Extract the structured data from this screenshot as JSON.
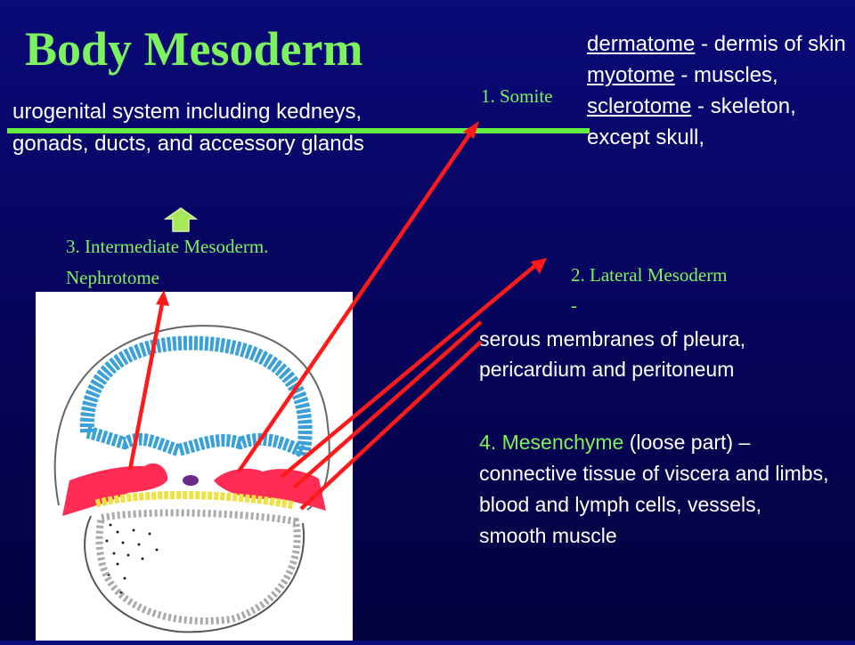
{
  "slide": {
    "title": "Body Mesoderm",
    "colors": {
      "background": "#06045a",
      "heading_green": "#7cf25e",
      "arrow_red": "#ff1a1a",
      "rule_green": "#66ee44"
    }
  },
  "somite": {
    "label": "1. Somite",
    "dermatome_term": "dermatome",
    "dermatome_text": " - dermis of skin",
    "myotome_term": "myotome",
    "myotome_text": " - muscles,",
    "sclerotome_term": "sclerotome",
    "sclerotome_text": " - skeleton, except skull,"
  },
  "intermediate": {
    "description": "urogenital system including kedneys, gonads, ducts, and accessory glands",
    "label_line1": "3. Intermediate Mesoderm.",
    "label_line2": "Nephrotome"
  },
  "lateral": {
    "label_line1": "2. Lateral Mesoderm",
    "label_line2": "-",
    "description": "serous membranes of pleura, pericardium and peritoneum"
  },
  "mesenchyme": {
    "label": "4. Mesenchyme",
    "qualifier": " (loose part) –",
    "description": "connective tissue of viscera and limbs, blood and lymph cells,   vessels,\n smooth muscle"
  }
}
